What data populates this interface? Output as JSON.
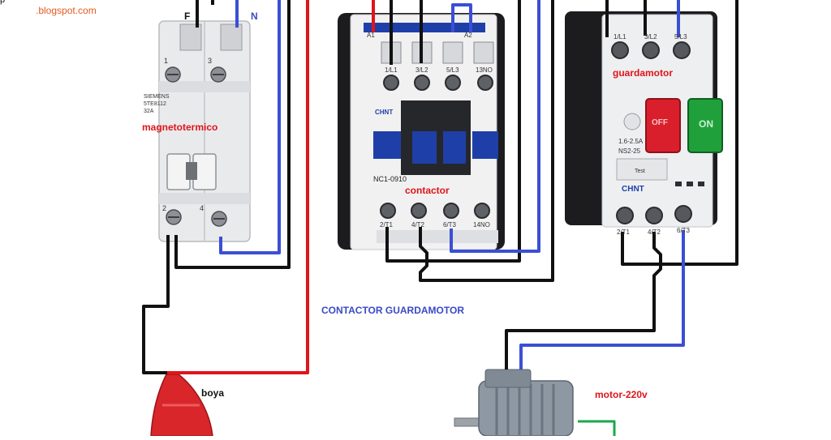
{
  "header": {
    "blog_fragment": ".blogspot.com",
    "corner_text": "p"
  },
  "breaker": {
    "brand": "SIEMENS",
    "model": "5TE8112",
    "rating": "32A",
    "label": "magnetotermico",
    "terminal_phase": "F",
    "terminal_neutral": "N",
    "pole_top_1": "1",
    "pole_top_3": "3",
    "pole_bottom_2": "2",
    "pole_bottom_4": "4"
  },
  "contactor": {
    "brand": "CHNT",
    "model": "NC1-0910",
    "label": "contactor",
    "coil_a1": "A1",
    "coil_a2": "A2",
    "terminals_top": [
      "1/L1",
      "3/L2",
      "5/L3",
      "13NO"
    ],
    "terminals_bottom": [
      "2/T1",
      "4/T2",
      "6/T3",
      "14NO"
    ]
  },
  "guardamotor": {
    "brand": "CHNT",
    "model": "NS2-25",
    "range": "1.6-2.5A",
    "label": "guardamotor",
    "off_text": "OFF",
    "on_text": "ON",
    "test_text": "Test",
    "terminals_top": [
      "1/L1",
      "3/L2",
      "5/L3"
    ],
    "terminals_bottom": [
      "2/T1",
      "4/T2",
      "6/T3"
    ]
  },
  "diagram_title": "CONTACTOR GUARDAMOTOR",
  "float_switch": {
    "label": "boya"
  },
  "motor": {
    "label": "motor-220v"
  },
  "colors": {
    "wire_black": "#111111",
    "wire_red": "#e0141b",
    "wire_blue": "#3b4fd4",
    "wire_green": "#1aa84a",
    "label_red": "#e0141b",
    "label_blue": "#3a49c6",
    "module_grey": "#e9eaec",
    "module_dark": "#1c1c1f",
    "contactor_blue": "#1f3fa8",
    "button_red": "#d91f2b",
    "button_green": "#1fa03a"
  }
}
